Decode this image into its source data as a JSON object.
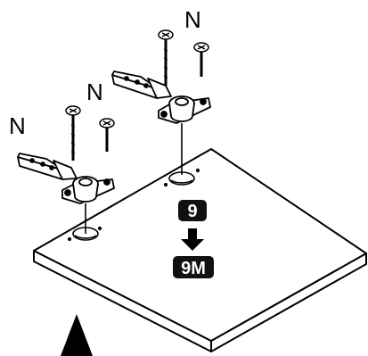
{
  "labels": {
    "n_screws_top": "N",
    "n_screws_middle": "N",
    "n_screws_left": "N"
  },
  "badges": {
    "part_from": "9",
    "part_to": "9M"
  },
  "colors": {
    "ink": "#000000",
    "paper": "#ffffff",
    "badge_fill": "#111111"
  }
}
